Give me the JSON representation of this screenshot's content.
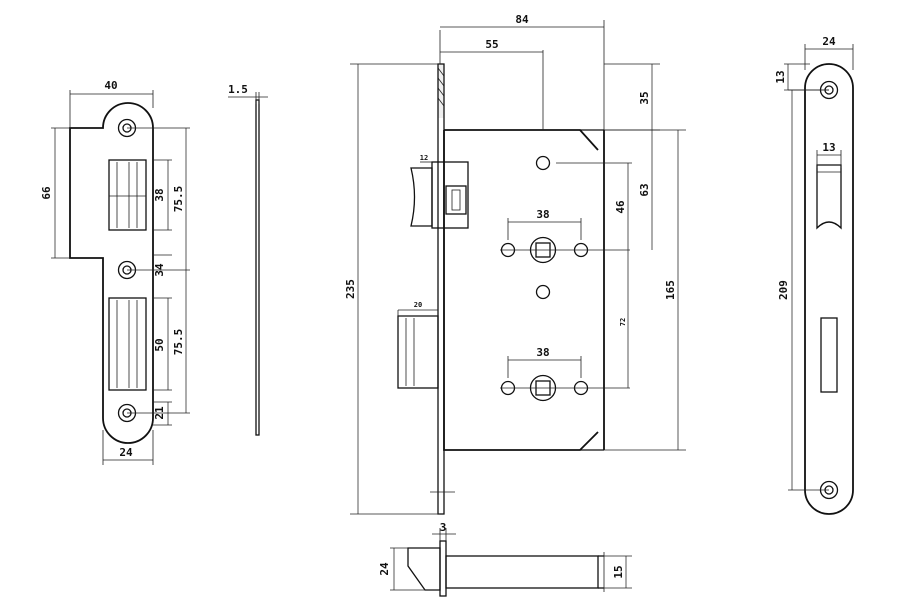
{
  "strike_plate": {
    "top_width": "40",
    "upper_height": "66",
    "latch_slot": "38",
    "upper_span": "75.5",
    "screw_gap": "34",
    "deadbolt_slot": "50",
    "lower_span": "75.5",
    "bottom_gap": "21",
    "bottom_width": "24"
  },
  "side_profile": {
    "thickness": "1.5"
  },
  "lock_body": {
    "total_depth": "84",
    "backset": "55",
    "top_offset": "35",
    "follower_to_cylinder": "63",
    "follower_offset": "46",
    "total_height": "235",
    "case_height": "165",
    "hole_spacing": "72",
    "upper_handle_spacing": "38",
    "lower_handle_spacing": "38",
    "latch_throw": "12",
    "bolt_width": "20"
  },
  "faceplate": {
    "width": "24",
    "top_offset": "13",
    "slot_width": "13",
    "length": "209"
  },
  "bottom_bolt": {
    "plate_thickness": "3",
    "height": "24",
    "bar_height": "15"
  }
}
